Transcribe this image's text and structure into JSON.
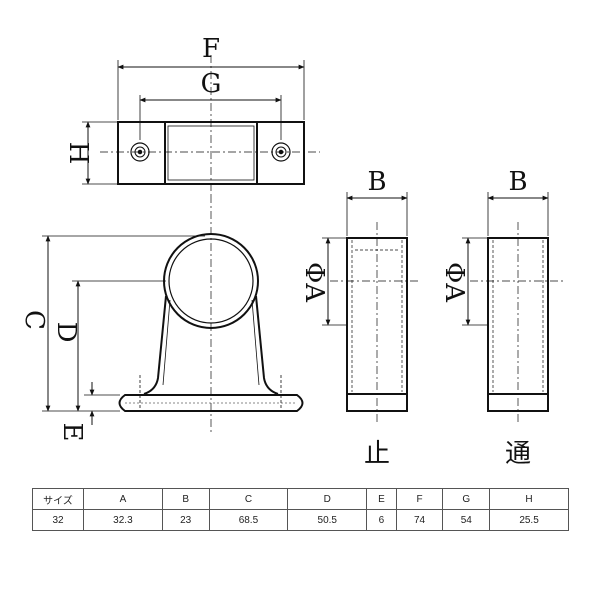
{
  "labels": {
    "F": "F",
    "G": "G",
    "H": "H",
    "C": "C",
    "D": "D",
    "E": "E",
    "B_left": "B",
    "B_right": "B",
    "phiA_left": "ΦA",
    "phiA_right": "ΦA",
    "stop": "止",
    "through": "通"
  },
  "table": {
    "headers": [
      "サイズ",
      "A",
      "B",
      "C",
      "D",
      "E",
      "F",
      "G",
      "H"
    ],
    "values": [
      "32",
      "32.3",
      "23",
      "68.5",
      "50.5",
      "6",
      "74",
      "54",
      "25.5"
    ]
  }
}
